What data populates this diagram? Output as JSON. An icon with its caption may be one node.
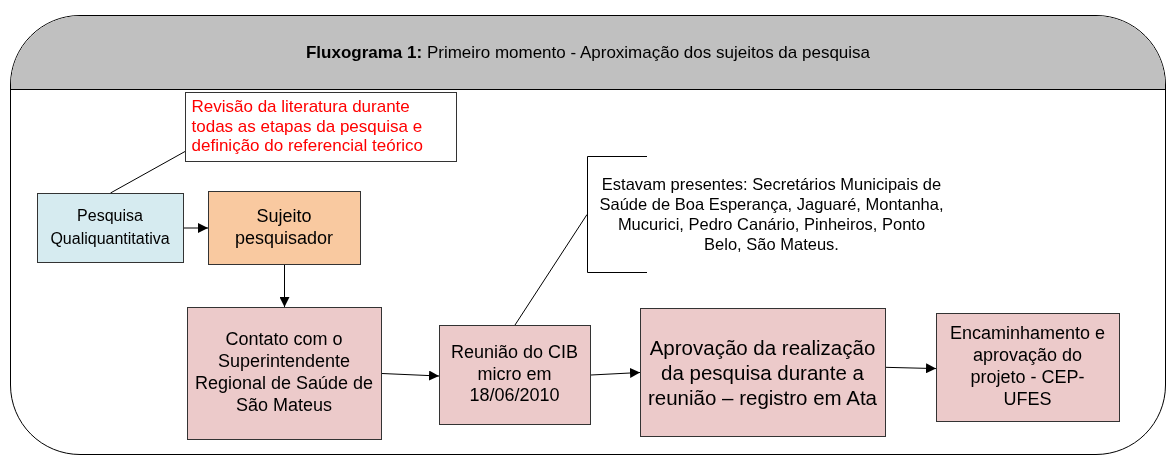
{
  "diagram": {
    "nodes": [
      {
        "text": [
          "**Fluxograma 1:** Primeiro momento - Aproximação dos sujeitos da pesquisa"
        ]
      },
      {
        "text": [
          "Revisão da literatura durante todas as etapas da pesquisa e definição do referencial teórico"
        ],
        "in": 0
      },
      {
        "text": [
          "Pesquisa Qualiquantitativa"
        ],
        "in": 0
      },
      {
        "text": [
          "Sujeito pesquisador"
        ],
        "in": 0
      },
      {
        "text": [
          "Contato com o Superintendente Regional de Saúde de São Mateus"
        ],
        "in": 0
      },
      {
        "text": [
          "Reunião do CIB micro em 18/06/2010"
        ],
        "in": 0
      },
      {
        "text": [
          "Estavam presentes: Secretários Municipais de Saúde de Boa Esperança, Jaguaré, Montanha, Mucurici, Pedro Canário, Pinheiros, Ponto Belo, São Mateus."
        ],
        "in": 0
      },
      {
        "text": [
          "Aprovação da realização da pesquisa durante a reunião – registro em Ata"
        ],
        "in": 0
      },
      {
        "text": [
          "Encaminhamento e aprovação do projeto - CEP-UFES"
        ],
        "in": 0
      }
    ],
    "edges": [
      {
        "from": 2,
        "to": 1,
        "arrow": "none"
      },
      {
        "from": 2,
        "to": 3,
        "arrow": "to"
      },
      {
        "from": 3,
        "to": 4,
        "arrow": "to"
      },
      {
        "from": 4,
        "to": 5,
        "arrow": "to"
      },
      {
        "from": 5,
        "to": 6,
        "arrow": "none"
      },
      {
        "from": 5,
        "to": 7,
        "arrow": "to"
      },
      {
        "from": 7,
        "to": 8,
        "arrow": "to"
      }
    ]
  }
}
